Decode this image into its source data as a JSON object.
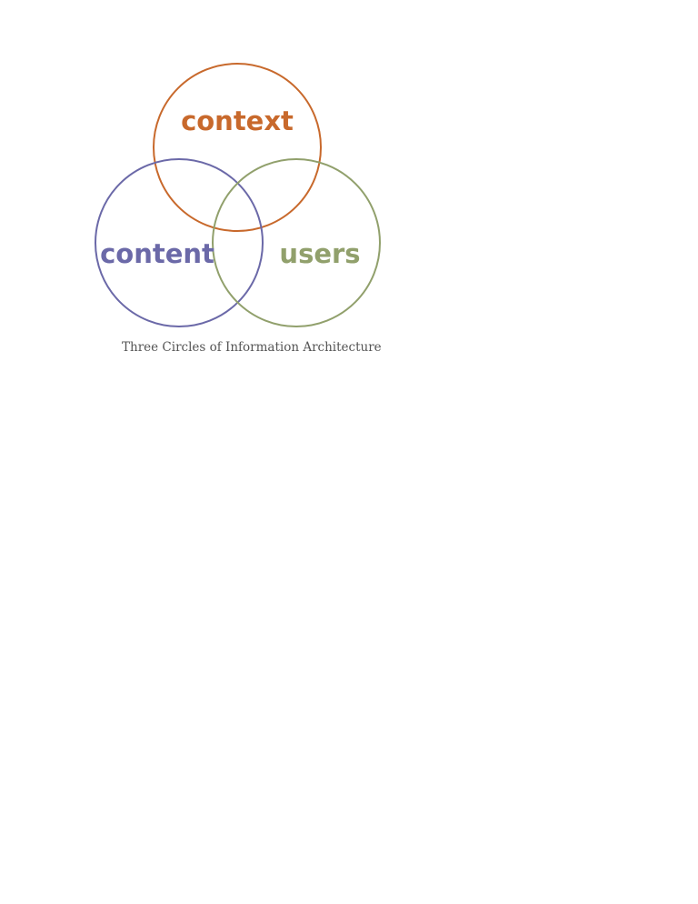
{
  "diagram": {
    "circles": [
      {
        "id": "context",
        "label": "context",
        "color": "#c8692c"
      },
      {
        "id": "content",
        "label": "content",
        "color": "#6b69a8"
      },
      {
        "id": "users",
        "label": "users",
        "color": "#91a06c"
      }
    ],
    "caption": "Three Circles of Information Architecture"
  }
}
